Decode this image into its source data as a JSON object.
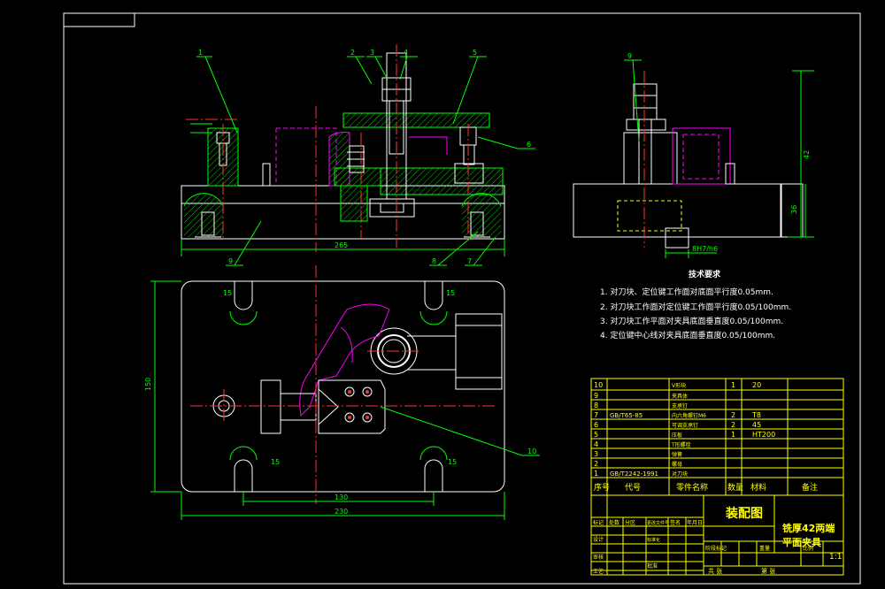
{
  "balloons": {
    "b1": "1",
    "b2": "2",
    "b3": "3",
    "b4": "4",
    "b5": "5",
    "b6": "6",
    "b7": "7",
    "b8": "8",
    "b9a": "9",
    "b9b": "9",
    "b10": "10"
  },
  "dimensions": {
    "front_width": "265",
    "side_height": "42",
    "side_base": "36",
    "side_slot": "8H7/h6",
    "plan_height": "150",
    "plan_inner": "130",
    "plan_width": "230",
    "slot_w1": "15",
    "slot_w2": "15",
    "slot_w3": "15",
    "slot_w4": "15"
  },
  "tech_requirements": {
    "title": "技术要求",
    "items": [
      "1. 对刀块、定位键工作面对底面平行度0.05mm.",
      "2. 对刀块工作面对定位键工作面平行度0.05/100mm.",
      "3. 对刀块工作平面对夹具底面垂直度0.05/100mm.",
      "4. 定位键中心线对夹具底面垂直度0.05/100mm."
    ]
  },
  "bom": {
    "rows": [
      {
        "no": "10",
        "std": "",
        "name": "V形块",
        "qty": "1",
        "mat": "20",
        "note": ""
      },
      {
        "no": "9",
        "std": "",
        "name": "夹具体",
        "qty": "",
        "mat": "",
        "note": ""
      },
      {
        "no": "8",
        "std": "",
        "name": "支承钉",
        "qty": "",
        "mat": "",
        "note": ""
      },
      {
        "no": "7",
        "std": "GB/T65-85",
        "name": "内六角螺钉M6",
        "qty": "2",
        "mat": "T8",
        "note": ""
      },
      {
        "no": "6",
        "std": "",
        "name": "可调支承钉",
        "qty": "2",
        "mat": "45",
        "note": ""
      },
      {
        "no": "5",
        "std": "",
        "name": "压板",
        "qty": "1",
        "mat": "HT200",
        "note": ""
      },
      {
        "no": "4",
        "std": "",
        "name": "T形螺栓",
        "qty": "",
        "mat": "",
        "note": ""
      },
      {
        "no": "3",
        "std": "",
        "name": "弹簧",
        "qty": "",
        "mat": "",
        "note": ""
      },
      {
        "no": "2",
        "std": "",
        "name": "螺母",
        "qty": "",
        "mat": "",
        "note": ""
      },
      {
        "no": "1",
        "std": "GB/T2242-1991",
        "name": "对刀块",
        "qty": "",
        "mat": "",
        "note": ""
      }
    ],
    "header": {
      "no": "序号",
      "std": "代号",
      "name": "零件名称",
      "qty": "数量",
      "mat": "材料",
      "note": "备注"
    }
  },
  "title_block": {
    "drawing_name": "装配图",
    "part_title_1": "铣厚42两端",
    "part_title_2": "平面夹具",
    "scale": "1:1",
    "labels": {
      "mark": "标记",
      "count": "处数",
      "zone": "分区",
      "change_doc": "更改文件号",
      "sign": "签名",
      "date": "年月日",
      "design": "设计",
      "standardize": "标准化",
      "stage_mark": "阶段标记",
      "weight": "重量",
      "ratio": "比例",
      "review": "审核",
      "process": "工艺",
      "approve": "批准",
      "sheet_total": "共 张",
      "sheet_no": "第 张"
    }
  }
}
